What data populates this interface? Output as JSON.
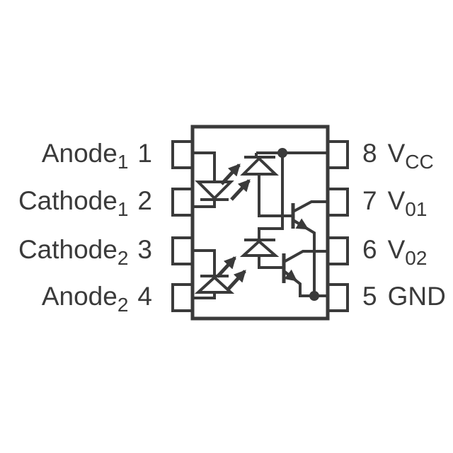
{
  "diagram": {
    "kind": "dual-channel optocoupler 8-pin package pinout schematic",
    "colors": {
      "line": "#3a3a3a",
      "background": "#ffffff",
      "text": "#3a3a3a"
    },
    "icons": {
      "led": "emitter-diode-icon",
      "photodiode": "photodiode-icon",
      "transistor": "npn-transistor-icon",
      "light": "light-emission-arrows-icon",
      "junction": "junction-dot-icon",
      "package": "ic-body-outline",
      "pin_pad": "pin-pad-square"
    },
    "pins": {
      "left": [
        {
          "number": "1",
          "name": "Anode",
          "sub": "1"
        },
        {
          "number": "2",
          "name": "Cathode",
          "sub": "1"
        },
        {
          "number": "3",
          "name": "Cathode",
          "sub": "2"
        },
        {
          "number": "4",
          "name": "Anode",
          "sub": "2"
        }
      ],
      "right": [
        {
          "number": "8",
          "name": "V",
          "sub": "CC"
        },
        {
          "number": "7",
          "name": "V",
          "sub": "01"
        },
        {
          "number": "6",
          "name": "V",
          "sub": "02"
        },
        {
          "number": "5",
          "name": "GND",
          "sub": ""
        }
      ]
    }
  }
}
